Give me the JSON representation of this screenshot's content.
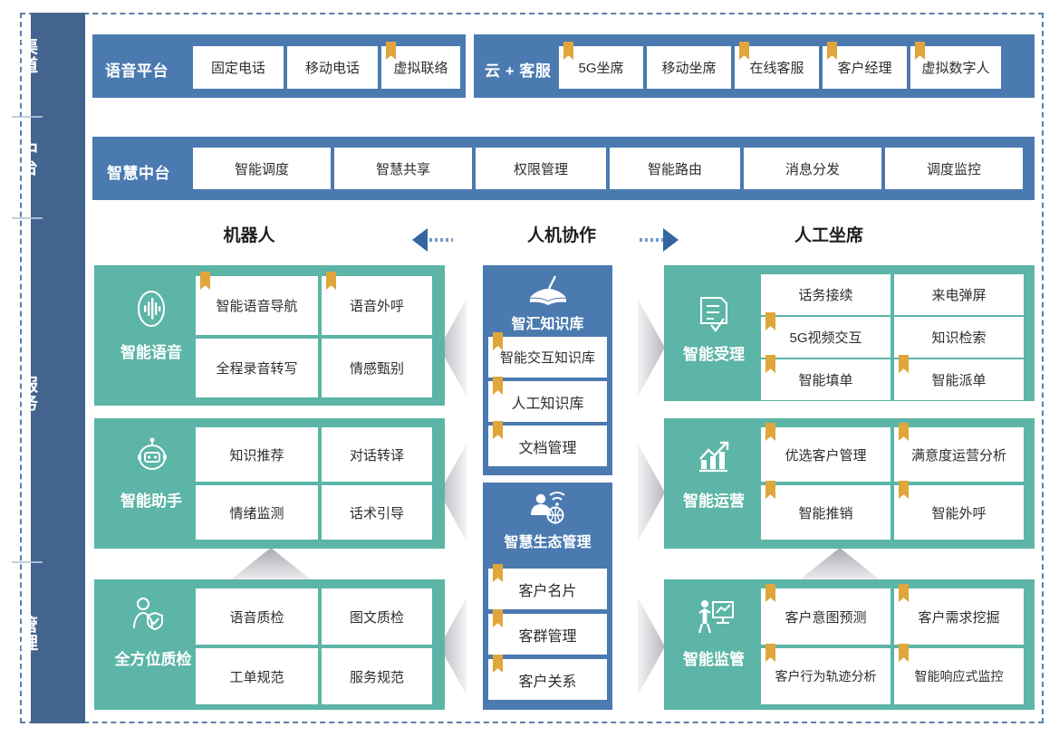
{
  "rail": {
    "items": [
      {
        "label": "渠道",
        "name": "rail-channel"
      },
      {
        "label": "中台",
        "name": "rail-midplatform"
      },
      {
        "label": "服务",
        "name": "rail-service"
      },
      {
        "label": "管理",
        "name": "rail-management"
      }
    ]
  },
  "channel": {
    "groups": [
      {
        "title": "语音平台",
        "chips": [
          {
            "label": "固定电话",
            "bookmark": false
          },
          {
            "label": "移动电话",
            "bookmark": false
          },
          {
            "label": "虚拟联络",
            "bookmark": true
          }
        ]
      },
      {
        "title": "云 + 客服",
        "chips": [
          {
            "label": "5G坐席",
            "bookmark": true
          },
          {
            "label": "移动坐席",
            "bookmark": false
          },
          {
            "label": "在线客服",
            "bookmark": true
          },
          {
            "label": "客户经理",
            "bookmark": true
          },
          {
            "label": "虚拟数字人",
            "bookmark": true
          }
        ]
      }
    ]
  },
  "midplatform": {
    "title": "智慧中台",
    "chips": [
      {
        "label": "智能调度"
      },
      {
        "label": "智慧共享"
      },
      {
        "label": "权限管理"
      },
      {
        "label": "智能路由"
      },
      {
        "label": "消息分发"
      },
      {
        "label": "调度监控"
      }
    ]
  },
  "columns": {
    "left": "机器人",
    "center": "人机协作",
    "right": "人工坐席"
  },
  "blocks": {
    "voice": {
      "label": "智能语音",
      "icon": "voice-wave-icon",
      "cards": [
        {
          "label": "智能语音导航",
          "bookmark": true
        },
        {
          "label": "语音外呼",
          "bookmark": true
        },
        {
          "label": "全程录音转写",
          "bookmark": false
        },
        {
          "label": "情感甄别",
          "bookmark": false
        }
      ]
    },
    "assistant": {
      "label": "智能助手",
      "icon": "robot-icon",
      "cards": [
        {
          "label": "知识推荐",
          "bookmark": false
        },
        {
          "label": "对话转译",
          "bookmark": false
        },
        {
          "label": "情绪监测",
          "bookmark": false
        },
        {
          "label": "话术引导",
          "bookmark": false
        }
      ]
    },
    "quality": {
      "label": "全方位质检",
      "icon": "person-shield-icon",
      "cards": [
        {
          "label": "语音质检",
          "bookmark": false
        },
        {
          "label": "图文质检",
          "bookmark": false
        },
        {
          "label": "工单规范",
          "bookmark": false
        },
        {
          "label": "服务规范",
          "bookmark": false
        }
      ]
    },
    "knowledge": {
      "label": "智汇知识库",
      "icon": "open-book-icon",
      "cards": [
        {
          "label": "智能交互知识库",
          "bookmark": true
        },
        {
          "label": "人工知识库",
          "bookmark": true
        },
        {
          "label": "文档管理",
          "bookmark": true
        }
      ]
    },
    "ecology": {
      "label": "智慧生态管理",
      "icon": "person-network-icon",
      "cards": [
        {
          "label": "客户名片",
          "bookmark": true
        },
        {
          "label": "客群管理",
          "bookmark": true
        },
        {
          "label": "客户关系",
          "bookmark": true
        }
      ]
    },
    "acceptance": {
      "label": "智能受理",
      "icon": "form-check-icon",
      "cards": [
        {
          "label": "话务接续",
          "bookmark": false
        },
        {
          "label": "来电弹屏",
          "bookmark": false
        },
        {
          "label": "5G视频交互",
          "bookmark": true
        },
        {
          "label": "知识检索",
          "bookmark": false
        },
        {
          "label": "智能填单",
          "bookmark": true
        },
        {
          "label": "智能派单",
          "bookmark": true
        }
      ]
    },
    "operation": {
      "label": "智能运营",
      "icon": "chart-growth-icon",
      "cards": [
        {
          "label": "优选客户管理",
          "bookmark": true
        },
        {
          "label": "满意度运营分析",
          "bookmark": true
        },
        {
          "label": "智能推销",
          "bookmark": true
        },
        {
          "label": "智能外呼",
          "bookmark": true
        }
      ]
    },
    "supervision": {
      "label": "智能监管",
      "icon": "presentation-person-icon",
      "cards": [
        {
          "label": "客户意图预测",
          "bookmark": true
        },
        {
          "label": "客户需求挖掘",
          "bookmark": true
        },
        {
          "label": "客户行为轨迹分析",
          "bookmark": true
        },
        {
          "label": "智能响应式监控",
          "bookmark": true
        }
      ]
    }
  },
  "colors": {
    "rail": "#43648f",
    "blue": "#4a7ab0",
    "green": "#5cb5a7",
    "bookmark": "#e0a63a",
    "frame": "#5b7fa6",
    "arrow": "#34669e"
  }
}
